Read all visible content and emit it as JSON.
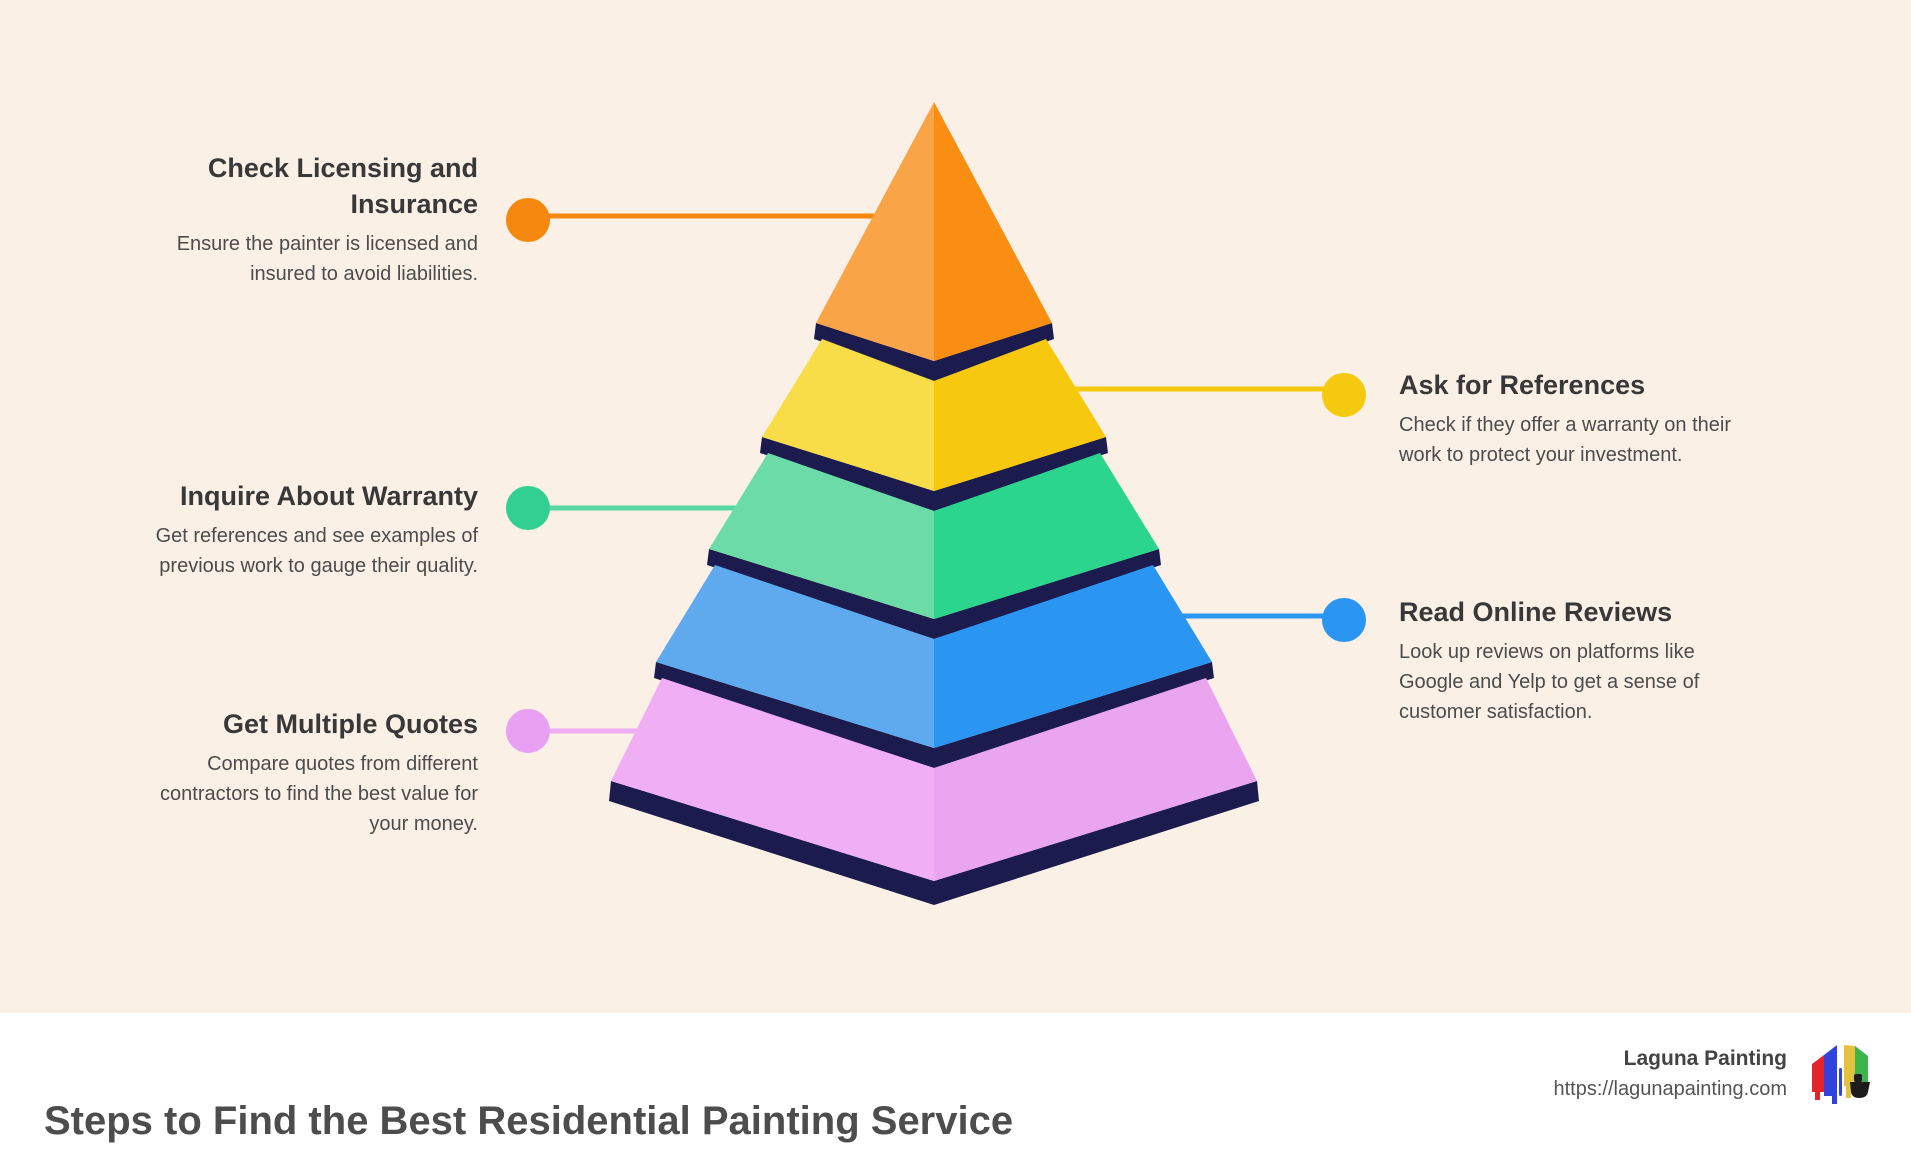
{
  "background": {
    "canvas_color": "#FAF0E6",
    "footer_color": "#FFFFFF"
  },
  "pyramid": {
    "band_color": "#1B1B4D",
    "tiers": [
      {
        "id": "check-licensing",
        "left_color": "#F9A446",
        "right_color": "#F98E12"
      },
      {
        "id": "ask-references",
        "left_color": "#F8DC48",
        "right_color": "#F7C90E"
      },
      {
        "id": "inquire-warranty",
        "left_color": "#6CDBA7",
        "right_color": "#2BD58D"
      },
      {
        "id": "read-reviews",
        "left_color": "#5FA9EF",
        "right_color": "#2B96F2"
      },
      {
        "id": "get-quotes",
        "left_color": "#F0AFF4",
        "right_color": "#EAA5F0"
      }
    ]
  },
  "steps": [
    {
      "id": "check-licensing",
      "title": "Check Licensing and Insurance",
      "description": "Ensure the painter is licensed and insured to avoid liabilities.",
      "side": "left",
      "accent": "#F6880F",
      "line_color": "#F6880F"
    },
    {
      "id": "ask-references",
      "title": "Ask for References",
      "description": "Check if they offer a warranty on their work to protect your investment.",
      "side": "right",
      "accent": "#F5C90D",
      "line_color": "#F5C90D"
    },
    {
      "id": "inquire-warranty",
      "title": "Inquire About Warranty",
      "description": "Get references and see examples of previous work to gauge their quality.",
      "side": "left",
      "accent": "#31D092",
      "line_color": "#57D8A3"
    },
    {
      "id": "read-reviews",
      "title": "Read Online Reviews",
      "description": "Look up reviews on platforms like Google and Yelp to get a sense of customer satisfaction.",
      "side": "right",
      "accent": "#2B96F2",
      "line_color": "#2B96F2"
    },
    {
      "id": "get-quotes",
      "title": "Get Multiple Quotes",
      "description": "Compare quotes from different contractors to find the best value for your money.",
      "side": "left",
      "accent": "#E9A0F2",
      "line_color": "#EFAEF4"
    }
  ],
  "footer": {
    "title": "Steps to Find the Best Residential Painting Service",
    "brand": "Laguna Painting",
    "url": "https://lagunapainting.com"
  },
  "logo_colors": {
    "red": "#E4242B",
    "blue": "#3142DD",
    "yellow": "#E3C23E",
    "green": "#3BB54A",
    "black": "#1C1C1C"
  }
}
